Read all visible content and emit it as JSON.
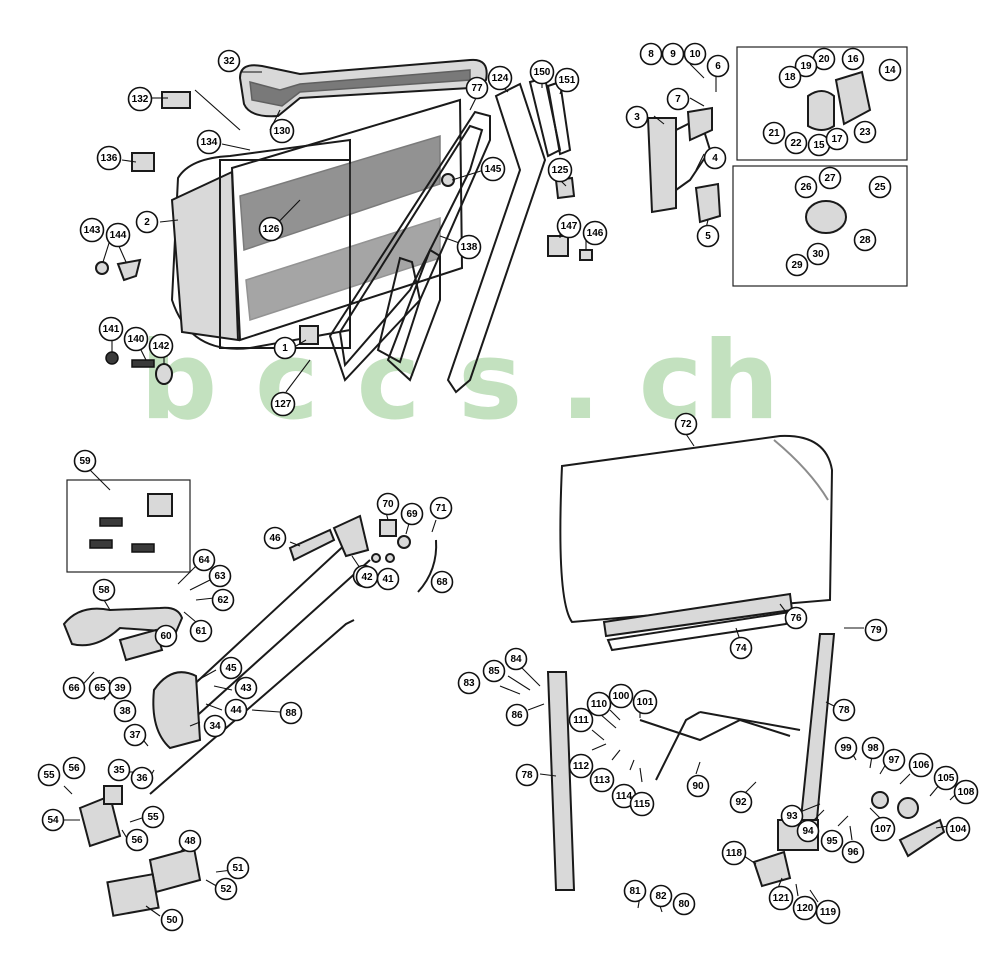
{
  "watermark": {
    "text": "b c c s . ch",
    "color": "#b9dcb4"
  },
  "callouts": [
    {
      "id": "c32",
      "label": "32"
    },
    {
      "id": "c132",
      "label": "132"
    },
    {
      "id": "c130",
      "label": "130"
    },
    {
      "id": "c134",
      "label": "134"
    },
    {
      "id": "c136",
      "label": "136"
    },
    {
      "id": "c2",
      "label": "2"
    },
    {
      "id": "c126",
      "label": "126"
    },
    {
      "id": "c143",
      "label": "143"
    },
    {
      "id": "c144",
      "label": "144"
    },
    {
      "id": "c141",
      "label": "141"
    },
    {
      "id": "c140",
      "label": "140"
    },
    {
      "id": "c142",
      "label": "142"
    },
    {
      "id": "c1",
      "label": "1"
    },
    {
      "id": "c127",
      "label": "127"
    },
    {
      "id": "c77",
      "label": "77"
    },
    {
      "id": "c124",
      "label": "124"
    },
    {
      "id": "c150",
      "label": "150"
    },
    {
      "id": "c151",
      "label": "151"
    },
    {
      "id": "c145",
      "label": "145"
    },
    {
      "id": "c125",
      "label": "125"
    },
    {
      "id": "c147",
      "label": "147"
    },
    {
      "id": "c146",
      "label": "146"
    },
    {
      "id": "c138",
      "label": "138"
    },
    {
      "id": "c8",
      "label": "8"
    },
    {
      "id": "c9",
      "label": "9"
    },
    {
      "id": "c10",
      "label": "10"
    },
    {
      "id": "c6",
      "label": "6"
    },
    {
      "id": "c7",
      "label": "7"
    },
    {
      "id": "c3",
      "label": "3"
    },
    {
      "id": "c4",
      "label": "4"
    },
    {
      "id": "c5",
      "label": "5"
    },
    {
      "id": "c20",
      "label": "20"
    },
    {
      "id": "c16",
      "label": "16"
    },
    {
      "id": "c19",
      "label": "19"
    },
    {
      "id": "c18",
      "label": "18"
    },
    {
      "id": "c14",
      "label": "14"
    },
    {
      "id": "c21",
      "label": "21"
    },
    {
      "id": "c22",
      "label": "22"
    },
    {
      "id": "c15",
      "label": "15"
    },
    {
      "id": "c17",
      "label": "17"
    },
    {
      "id": "c23",
      "label": "23"
    },
    {
      "id": "c27",
      "label": "27"
    },
    {
      "id": "c26",
      "label": "26"
    },
    {
      "id": "c25",
      "label": "25"
    },
    {
      "id": "c28",
      "label": "28"
    },
    {
      "id": "c29",
      "label": "29"
    },
    {
      "id": "c30",
      "label": "30"
    },
    {
      "id": "c59",
      "label": "59"
    },
    {
      "id": "c46",
      "label": "46"
    },
    {
      "id": "c70",
      "label": "70"
    },
    {
      "id": "c69",
      "label": "69"
    },
    {
      "id": "c71",
      "label": "71"
    },
    {
      "id": "c40",
      "label": "40"
    },
    {
      "id": "c42",
      "label": "42"
    },
    {
      "id": "c41",
      "label": "41"
    },
    {
      "id": "c68",
      "label": "68"
    },
    {
      "id": "c64",
      "label": "64"
    },
    {
      "id": "c63",
      "label": "63"
    },
    {
      "id": "c62",
      "label": "62"
    },
    {
      "id": "c58",
      "label": "58"
    },
    {
      "id": "c61",
      "label": "61"
    },
    {
      "id": "c60",
      "label": "60"
    },
    {
      "id": "c66",
      "label": "66"
    },
    {
      "id": "c65",
      "label": "65"
    },
    {
      "id": "c39",
      "label": "39"
    },
    {
      "id": "c45",
      "label": "45"
    },
    {
      "id": "c43",
      "label": "43"
    },
    {
      "id": "c44",
      "label": "44"
    },
    {
      "id": "c38",
      "label": "38"
    },
    {
      "id": "c34",
      "label": "34"
    },
    {
      "id": "c88",
      "label": "88"
    },
    {
      "id": "c37",
      "label": "37"
    },
    {
      "id": "c35",
      "label": "35"
    },
    {
      "id": "c36",
      "label": "36"
    },
    {
      "id": "c55",
      "label": "55"
    },
    {
      "id": "c56",
      "label": "56"
    },
    {
      "id": "c54",
      "label": "54"
    },
    {
      "id": "c55b",
      "label": "55"
    },
    {
      "id": "c56b",
      "label": "56"
    },
    {
      "id": "c48",
      "label": "48"
    },
    {
      "id": "c51",
      "label": "51"
    },
    {
      "id": "c52",
      "label": "52"
    },
    {
      "id": "c50",
      "label": "50"
    },
    {
      "id": "c72",
      "label": "72"
    },
    {
      "id": "c76",
      "label": "76"
    },
    {
      "id": "c74",
      "label": "74"
    },
    {
      "id": "c79",
      "label": "79"
    },
    {
      "id": "c84",
      "label": "84"
    },
    {
      "id": "c85",
      "label": "85"
    },
    {
      "id": "c83",
      "label": "83"
    },
    {
      "id": "c86",
      "label": "86"
    },
    {
      "id": "c100",
      "label": "100"
    },
    {
      "id": "c101",
      "label": "101"
    },
    {
      "id": "c110",
      "label": "110"
    },
    {
      "id": "c111",
      "label": "111"
    },
    {
      "id": "c78",
      "label": "78"
    },
    {
      "id": "c78b",
      "label": "78"
    },
    {
      "id": "c99",
      "label": "99"
    },
    {
      "id": "c98",
      "label": "98"
    },
    {
      "id": "c97",
      "label": "97"
    },
    {
      "id": "c106",
      "label": "106"
    },
    {
      "id": "c105",
      "label": "105"
    },
    {
      "id": "c108",
      "label": "108"
    },
    {
      "id": "c112",
      "label": "112"
    },
    {
      "id": "c113",
      "label": "113"
    },
    {
      "id": "c114",
      "label": "114"
    },
    {
      "id": "c115",
      "label": "115"
    },
    {
      "id": "c90",
      "label": "90"
    },
    {
      "id": "c92",
      "label": "92"
    },
    {
      "id": "c93",
      "label": "93"
    },
    {
      "id": "c94",
      "label": "94"
    },
    {
      "id": "c95",
      "label": "95"
    },
    {
      "id": "c96",
      "label": "96"
    },
    {
      "id": "c107",
      "label": "107"
    },
    {
      "id": "c104",
      "label": "104"
    },
    {
      "id": "c118",
      "label": "118"
    },
    {
      "id": "c121",
      "label": "121"
    },
    {
      "id": "c120",
      "label": "120"
    },
    {
      "id": "c119",
      "label": "119"
    },
    {
      "id": "c81",
      "label": "81"
    },
    {
      "id": "c82",
      "label": "82"
    },
    {
      "id": "c80",
      "label": "80"
    }
  ]
}
